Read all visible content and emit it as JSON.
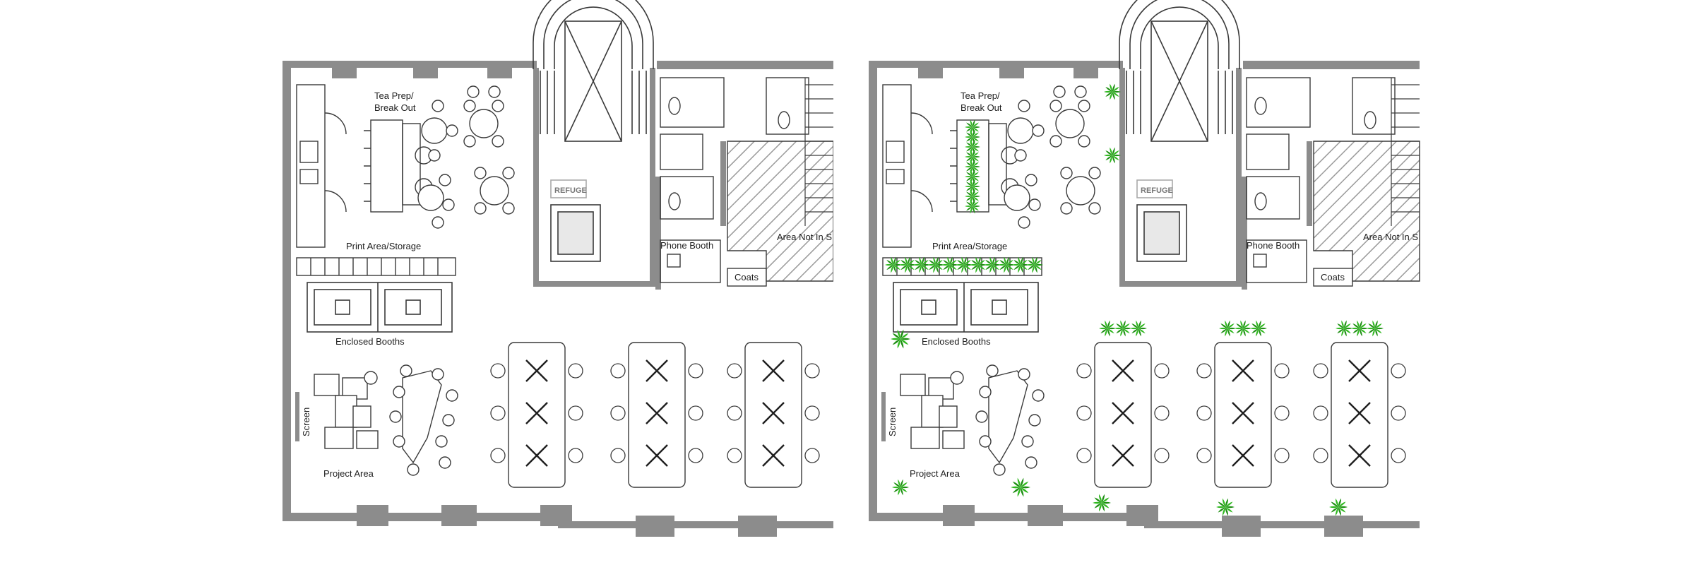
{
  "plans": [
    {
      "variant": "without-planting",
      "labels": {
        "tea_prep_line1": "Tea Prep/",
        "tea_prep_line2": "Break Out",
        "print_area": "Print Area/Storage",
        "enclosed_booths": "Enclosed Booths",
        "project_area": "Project Area",
        "screen": "Screen",
        "phone_booth": "Phone Booth",
        "coats": "Coats",
        "refuge": "REFUGE",
        "area_not_in": "Area Not In S"
      }
    },
    {
      "variant": "with-planting",
      "labels": {
        "tea_prep_line1": "Tea Prep/",
        "tea_prep_line2": "Break Out",
        "print_area": "Print Area/Storage",
        "enclosed_booths": "Enclosed Booths",
        "project_area": "Project Area",
        "screen": "Screen",
        "phone_booth": "Phone Booth",
        "coats": "Coats",
        "refuge": "REFUGE",
        "area_not_in": "Area Not In S"
      }
    }
  ],
  "colors": {
    "wall": "#8c8c8c",
    "line": "#3a3a3a",
    "hatch": "#9a9a9a",
    "plant": "#2fb81f",
    "plant_dark": "#1f8f14",
    "background": "#ffffff"
  }
}
